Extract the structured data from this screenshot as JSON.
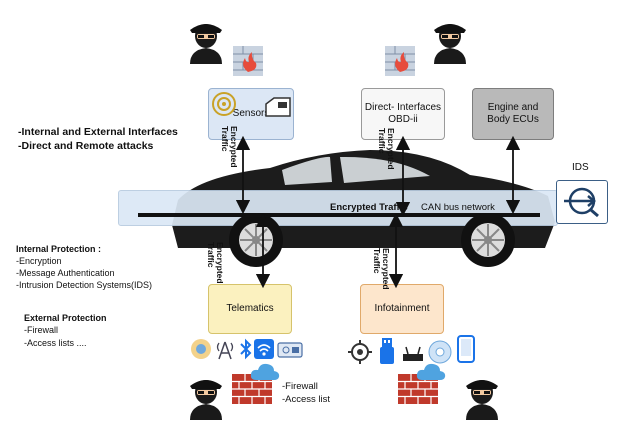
{
  "left_notes": {
    "headline_1": "-Internal and External Interfaces",
    "headline_2": "-Direct and Remote attacks",
    "internal_title": "Internal Protection :",
    "internal_items": [
      "-Encryption",
      "-Message Authentication",
      "-Intrusion Detection Systems(IDS)"
    ],
    "external_title": "External Protection",
    "external_items": [
      "-Firewall",
      "-Access lists ...."
    ]
  },
  "boxes": {
    "sensors": "Sensors",
    "direct_interfaces": "Direct- Interfaces OBD-ii",
    "engine_body": "Engine and Body ECUs",
    "telematics": "Telematics",
    "infotainment": "Infotainment",
    "ids": "IDS"
  },
  "bus": {
    "encrypted_traffic": "Encrypted Traffic",
    "network_label": "CAN bus network"
  },
  "arrow_labels": {
    "sensors_link": [
      "Encrypted",
      "Traffic"
    ],
    "obd_link": [
      "Encrypted",
      "Traffic"
    ],
    "telematics_link": [
      "Encrypted",
      "Traffic"
    ],
    "infotainment_link": [
      "Encrypted",
      "Traffic"
    ]
  },
  "firewall_note": [
    "-Firewall",
    "-Access list"
  ],
  "colors": {
    "bus_band": "#dbe8f6",
    "sensors_fill": "#dce7f5",
    "direct_fill": "#f7f7f7",
    "engine_fill": "#b9b9b9",
    "telematics_fill": "#fbf1bf",
    "infotainment_fill": "#fde6cc",
    "firewall_brick": "#c0392b",
    "car_body": "#1c1c1c"
  },
  "icons": [
    "hacker-icon",
    "firewall-icon",
    "cloud-icon",
    "wireless-icon",
    "usb-icon",
    "cd-icon",
    "phone-icon",
    "ids-icon"
  ]
}
